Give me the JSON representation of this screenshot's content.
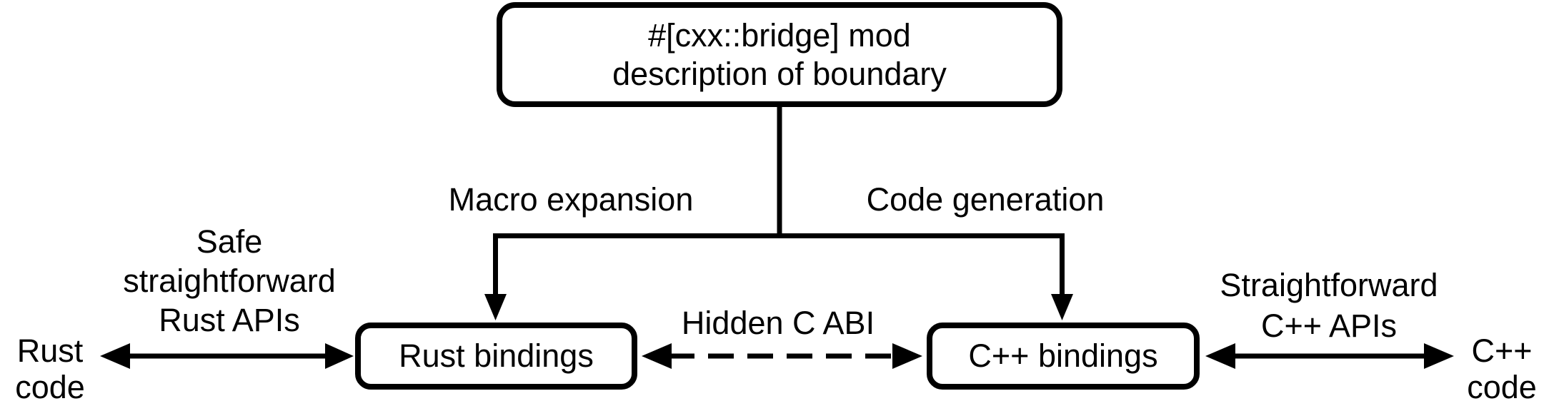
{
  "diagram": {
    "title": "cxx bridge flow diagram",
    "colors": {
      "ink": "#000000",
      "background": "#ffffff"
    },
    "nodes": {
      "bridge_mod": {
        "line1": "#[cxx::bridge] mod",
        "line2": "description of boundary"
      },
      "rust_bindings": {
        "label": "Rust bindings"
      },
      "cpp_bindings": {
        "label": "C++ bindings"
      }
    },
    "edge_labels": {
      "macro_expansion": "Macro expansion",
      "code_generation": "Code generation",
      "hidden_c_abi": "Hidden C ABI",
      "safe_rust_apis": {
        "line1": "Safe",
        "line2": "straightforward",
        "line3": "Rust APIs"
      },
      "straightforward_cpp_apis": {
        "line1": "Straightforward",
        "line2": "C++ APIs"
      }
    },
    "endpoints": {
      "rust_code": {
        "line1": "Rust",
        "line2": "code"
      },
      "cpp_code": {
        "line1": "C++",
        "line2": "code"
      }
    },
    "edges": [
      {
        "name": "macro-expansion-branch",
        "from": "bridge_mod",
        "to": "rust_bindings",
        "style": "solid-arrow-down"
      },
      {
        "name": "code-generation-branch",
        "from": "bridge_mod",
        "to": "cpp_bindings",
        "style": "solid-arrow-down"
      },
      {
        "name": "hidden-c-abi-link",
        "from": "rust_bindings",
        "to": "cpp_bindings",
        "style": "dashed-double-arrow"
      },
      {
        "name": "rust-api-link",
        "from": "rust_code",
        "to": "rust_bindings",
        "style": "solid-double-arrow"
      },
      {
        "name": "cpp-api-link",
        "from": "cpp_bindings",
        "to": "cpp_code",
        "style": "solid-double-arrow"
      }
    ]
  }
}
